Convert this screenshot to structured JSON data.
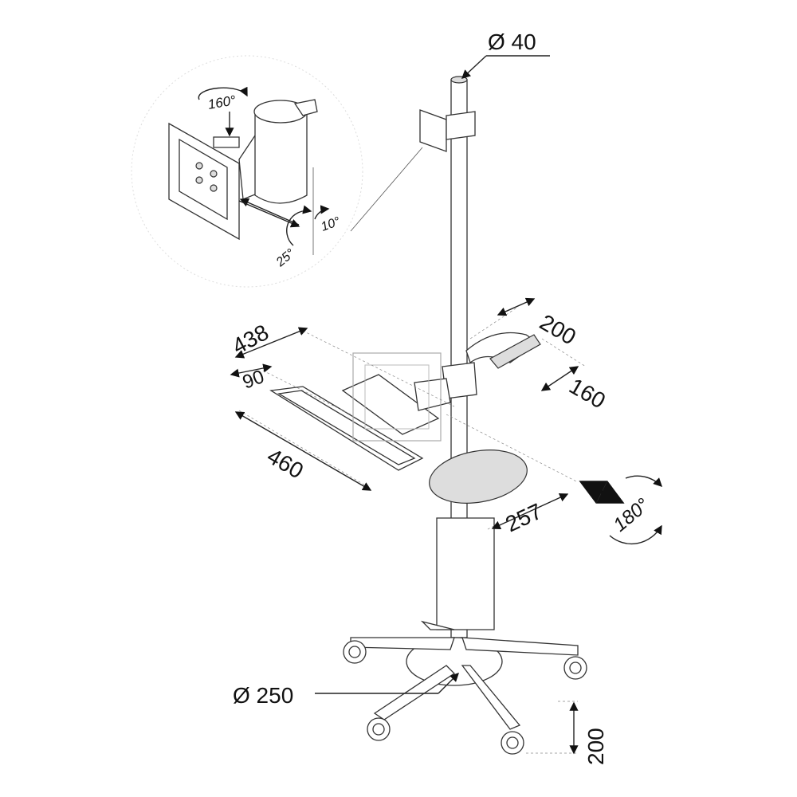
{
  "title": "Mobile workstation stand dimension drawing",
  "dimensions": {
    "pole_diameter": "Ø 40",
    "monitor_swivel": "160°",
    "monitor_tilt_up": "10°",
    "monitor_tilt_down": "25°",
    "keyboard_depth": "438",
    "mouse_depth": "90",
    "keyboard_width": "460",
    "handle_width": "200",
    "handle_depth": "160",
    "mouse_pad_reach": "257",
    "shelf_rotation": "180°",
    "base_diameter": "Ø 250",
    "base_height": "200"
  },
  "colors": {
    "line": "#222222",
    "fill": "#dddddd"
  }
}
